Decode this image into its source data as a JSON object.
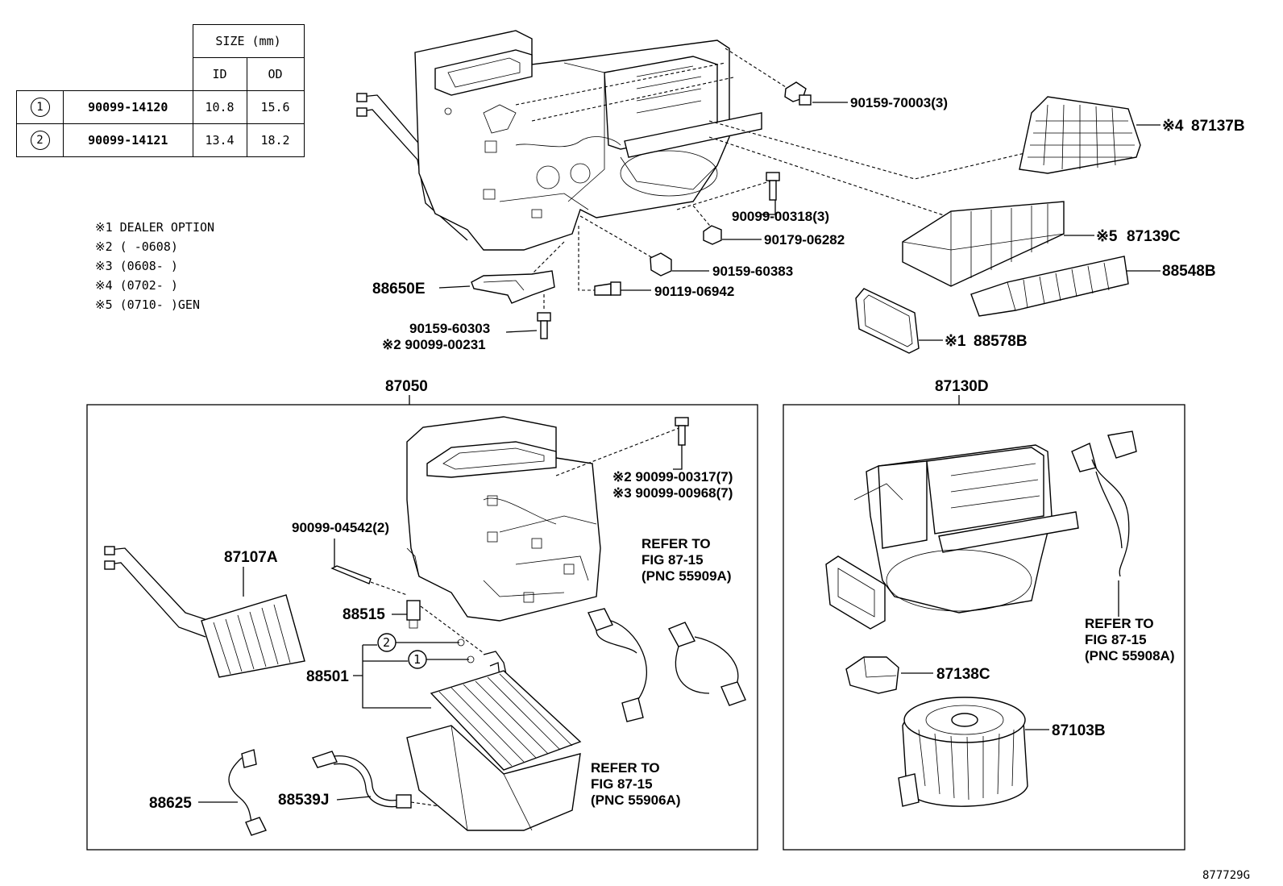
{
  "size_table": {
    "header": "SIZE (mm)",
    "col_id": "ID",
    "col_od": "OD",
    "rows": [
      {
        "mark": "1",
        "part": "90099-14120",
        "id": "10.8",
        "od": "15.6"
      },
      {
        "mark": "2",
        "part": "90099-14121",
        "id": "13.4",
        "od": "18.2"
      }
    ]
  },
  "notes": [
    "※1 DEALER OPTION",
    "※2 (    -0608)",
    "※3 (0608-    )",
    "※4 (0702-    )",
    "※5 (0710-    )GEN"
  ],
  "top_labels": {
    "p90159_70003": "90159-70003(3)",
    "p87137b_mark": "※4",
    "p87137b": "87137B",
    "p90099_00318": "90099-00318(3)",
    "p90179_06282": "90179-06282",
    "p87139c_mark": "※5",
    "p87139c": "87139C",
    "p90159_60383": "90159-60383",
    "p88548b": "88548B",
    "p88650e": "88650E",
    "p90119_06942": "90119-06942",
    "p90159_60303": "90159-60303",
    "p90099_00231": "※2 90099-00231",
    "p88578b_mark": "※1",
    "p88578b": "88578B"
  },
  "box_left": {
    "title": "87050",
    "p90099_00317": "※2 90099-00317(7)",
    "p90099_00968": "※3 90099-00968(7)",
    "p90099_04542": "90099-04542(2)",
    "p87107a": "87107A",
    "p88515": "88515",
    "p88501": "88501",
    "circle2": "2",
    "circle1": "1",
    "ref_a_1": "REFER TO",
    "ref_a_2": "FIG 87-15",
    "ref_a_3": "(PNC 55909A)",
    "ref_b_1": "REFER TO",
    "ref_b_2": "FIG 87-15",
    "ref_b_3": "(PNC 55906A)",
    "p88625": "88625",
    "p88539j": "88539J"
  },
  "box_right": {
    "title": "87130D",
    "ref_1": "REFER TO",
    "ref_2": "FIG 87-15",
    "ref_3": "(PNC 55908A)",
    "p87138c": "87138C",
    "p87103b": "87103B"
  },
  "figure_id": "877729G"
}
